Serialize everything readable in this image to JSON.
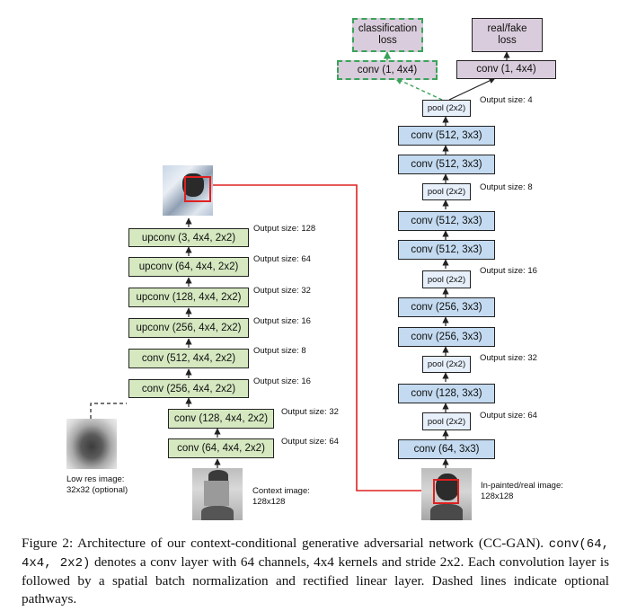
{
  "generator": {
    "layers": [
      "upconv (3, 4x4, 2x2)",
      "upconv (64, 4x4, 2x2)",
      "upconv (128, 4x4, 2x2)",
      "upconv (256, 4x4, 2x2)",
      "conv (512, 4x4, 2x2)",
      "conv (256, 4x4, 2x2)",
      "conv (128, 4x4, 2x2)",
      "conv (64, 4x4, 2x2)"
    ],
    "sizes": [
      "Output size: 128",
      "Output size: 64",
      "Output size: 32",
      "Output size: 16",
      "Output size: 8",
      "Output size: 16",
      "Output size: 32",
      "Output size: 64"
    ],
    "low_res_label": [
      "Low res image:",
      "32x32 (optional)"
    ],
    "context_label": [
      "Context image:",
      "128x128"
    ]
  },
  "discriminator": {
    "layers": [
      "conv (64, 3x3)",
      "pool (2x2)",
      "conv (128, 3x3)",
      "pool (2x2)",
      "conv (256, 3x3)",
      "conv (256, 3x3)",
      "pool (2x2)",
      "conv (512, 3x3)",
      "conv (512, 3x3)",
      "pool (2x2)",
      "conv (512, 3x3)",
      "conv (512, 3x3)",
      "pool (2x2)"
    ],
    "sizes": [
      "Output size: 64",
      "Output size: 32",
      "Output size: 16",
      "Output size: 8",
      "Output size: 4"
    ],
    "input_label": [
      "In-painted/real image:",
      "128x128"
    ],
    "heads": {
      "classification_conv": "conv (1, 4x4)",
      "realfake_conv": "conv (1, 4x4)",
      "classification_loss": [
        "classification",
        "loss"
      ],
      "realfake_loss": [
        "real/fake",
        "loss"
      ]
    }
  },
  "colors": {
    "generator_fill": "#d5e8c0",
    "discriminator_fill": "#c3daf0",
    "pool_fill": "#e6effa",
    "loss_fill": "#d9ccdc",
    "optional_path": "#3aa35a",
    "crop_path": "#e02020"
  },
  "caption": {
    "part1": "Figure 2: Architecture of our context-conditional generative adversarial network (CC-GAN).",
    "code": "conv(64, 4x4, 2x2)",
    "part2": " denotes a conv layer with 64 channels, 4x4 kernels and stride 2x2. Each convolution layer is followed by a spatial batch normalization and rectified linear layer. Dashed lines indicate optional pathways."
  }
}
